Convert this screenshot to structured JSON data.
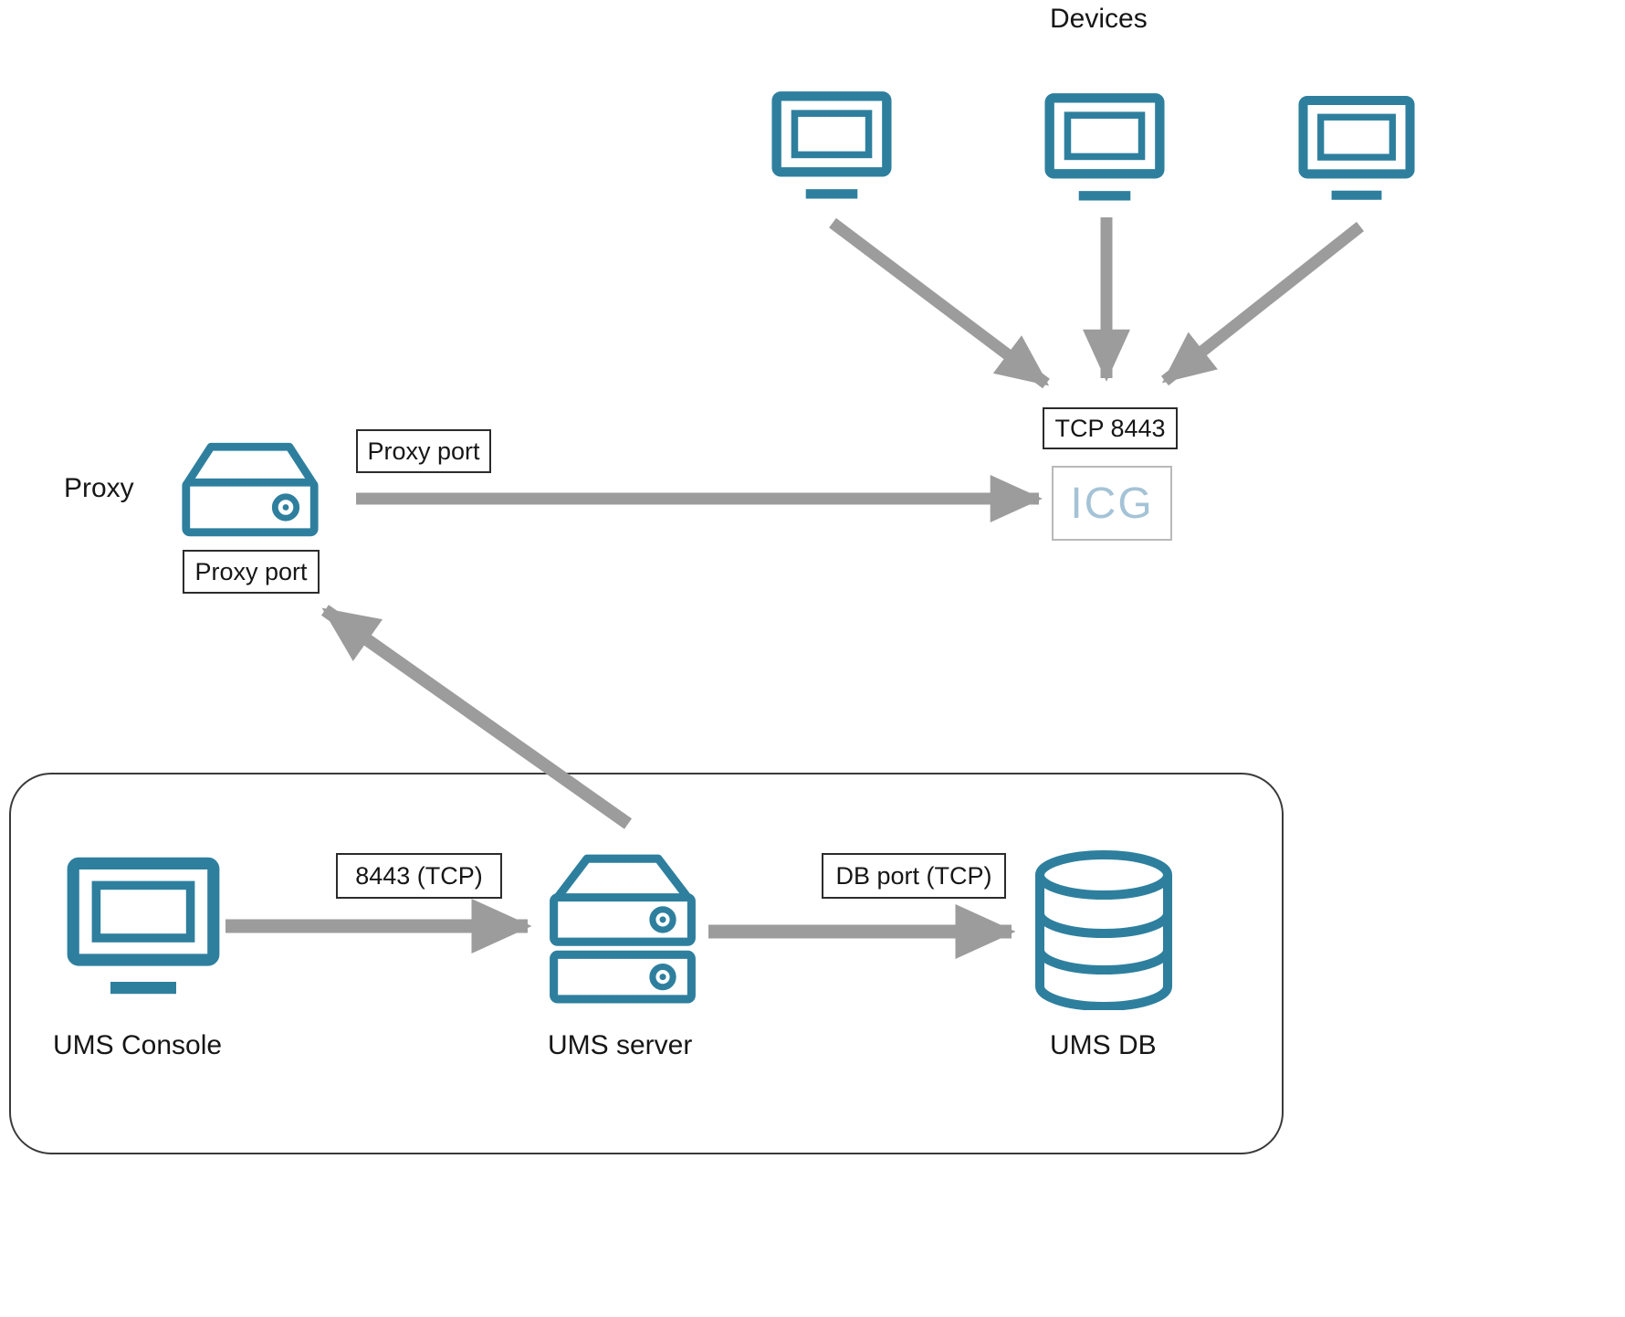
{
  "diagram": {
    "devices_label": "Devices",
    "proxy_label": "Proxy",
    "icg_label": "ICG",
    "tcp_8443_label": "TCP 8443",
    "proxy_port_upper_label": "Proxy port",
    "proxy_port_lower_label": "Proxy port",
    "console_arrow_label": "8443 (TCP)",
    "db_arrow_label": "DB port (TCP)",
    "ums_console_label": "UMS Console",
    "ums_server_label": "UMS server",
    "ums_db_label": "UMS DB",
    "colors": {
      "icon_stroke": "#2e7f9e",
      "arrow_gray": "#9c9c9c",
      "icg_text": "#a5c3d6",
      "label_border": "#2b2b2b"
    }
  }
}
